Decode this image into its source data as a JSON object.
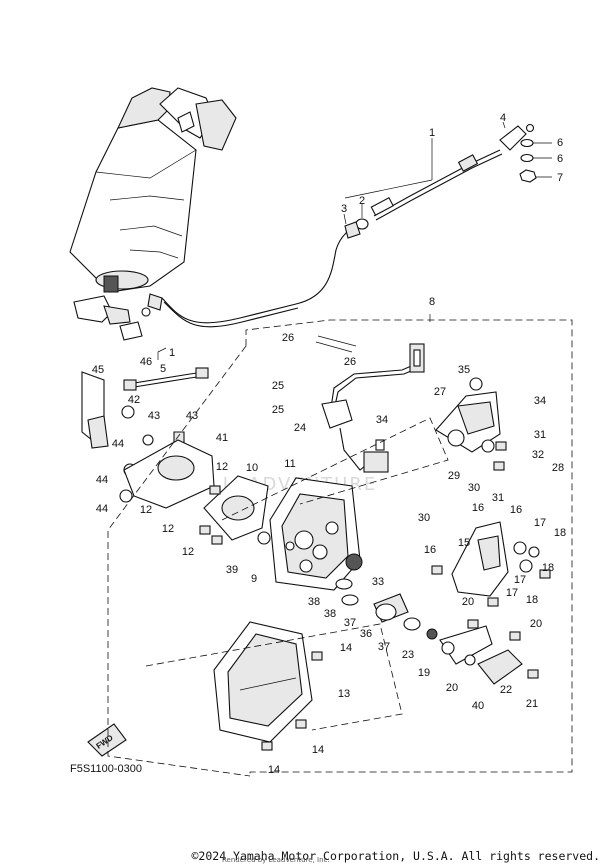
{
  "diagram": {
    "drawing_code": "F5S1100-0300",
    "fwd_label": "FWD",
    "watermark": "LEADVENTURE",
    "rendered_by": "Rendered by LeadVenture, Inc.",
    "copyright": "©2024 Yamaha Motor Corporation, U.S.A. All rights reserved.",
    "callouts": [
      "1",
      "2",
      "3",
      "4",
      "5",
      "6",
      "6",
      "7",
      "8",
      "9",
      "10",
      "11",
      "12",
      "12",
      "12",
      "12",
      "13",
      "14",
      "14",
      "14",
      "15",
      "16",
      "16",
      "16",
      "17",
      "17",
      "17",
      "18",
      "18",
      "18",
      "19",
      "20",
      "20",
      "20",
      "21",
      "22",
      "23",
      "24",
      "25",
      "25",
      "26",
      "26",
      "27",
      "28",
      "29",
      "30",
      "30",
      "31",
      "31",
      "32",
      "33",
      "34",
      "34",
      "35",
      "36",
      "37",
      "37",
      "38",
      "38",
      "39",
      "40",
      "41",
      "42",
      "43",
      "43",
      "44",
      "44",
      "44",
      "45",
      "46",
      "1"
    ]
  }
}
